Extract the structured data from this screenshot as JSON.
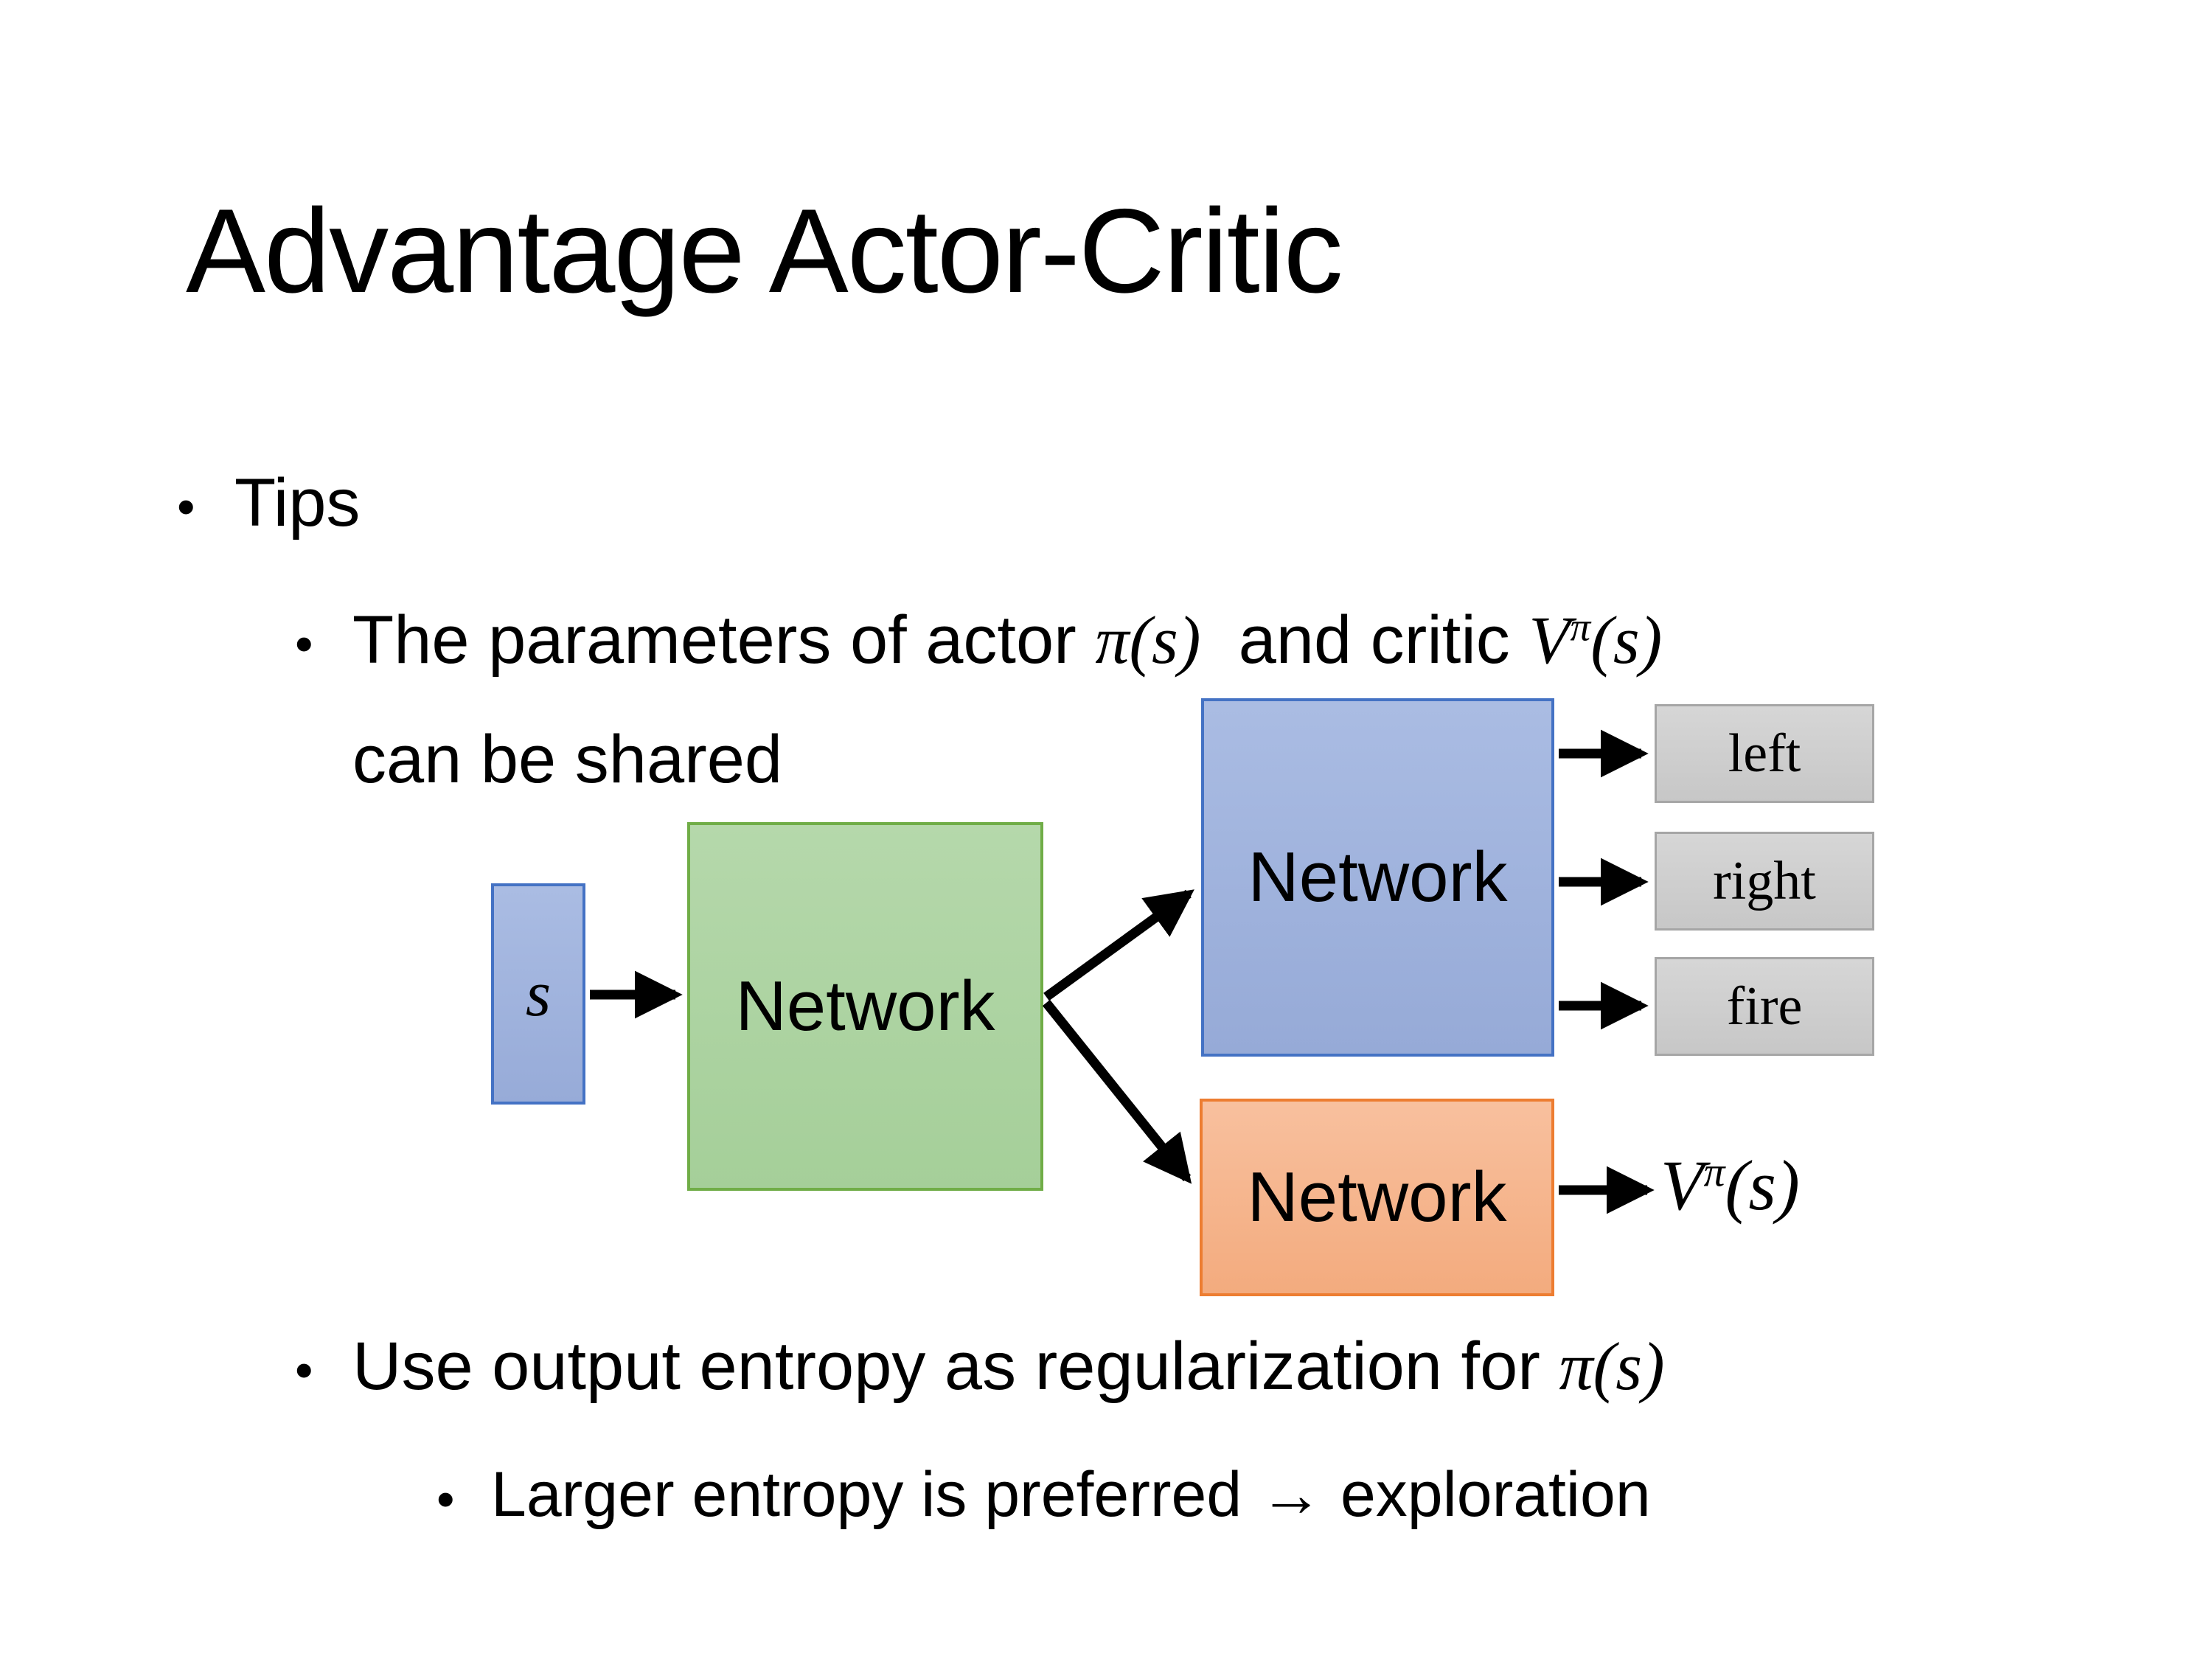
{
  "slide": {
    "title": "Advantage Actor-Critic",
    "bullets": {
      "tips": "Tips",
      "param_line": {
        "pre": "The parameters of actor ",
        "math1": "π(s)",
        "mid": "  and critic ",
        "math2": {
          "base": "V",
          "sup": "π",
          "args": "(s)"
        },
        "cont": "can be shared"
      },
      "entropy_line": {
        "pre": "Use output entropy as regularization for ",
        "math": "π(s)"
      },
      "exploration_line": "Larger entropy is preferred → exploration",
      "bullet_glyph": "•"
    }
  },
  "diagram": {
    "input_label": "s",
    "shared_network_label": "Network",
    "actor_network_label": "Network",
    "critic_network_label": "Network",
    "actions": [
      "left",
      "right",
      "fire"
    ],
    "value_label": {
      "base": "V",
      "sup": "π",
      "args": "(s)"
    },
    "colors": {
      "input_fill": "#9FB3DC",
      "input_border": "#4472C4",
      "shared_fill": "#A9D2A0",
      "shared_border": "#70AD47",
      "actor_fill": "#9FB3DD",
      "actor_border": "#4472C4",
      "critic_fill": "#F5B58E",
      "critic_border": "#ED7D31",
      "action_fill": "#CDCDCD",
      "action_border": "#A6A6A6",
      "arrow": "#000000",
      "background": "#FFFFFF",
      "text": "#000000"
    }
  }
}
